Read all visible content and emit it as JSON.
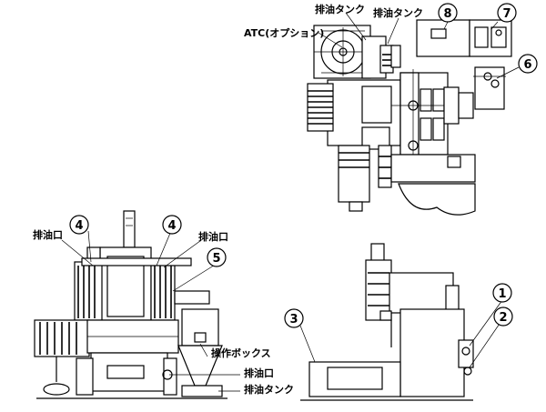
{
  "labels": {
    "atc": "ATC(オプション)",
    "top_drain_tank_1": "排油タンク",
    "top_drain_tank_2": "排油タンク",
    "left_outlet_1": "排油口",
    "left_outlet_2": "排油口",
    "operation_box": "操作ボックス",
    "front_outlet": "排油口",
    "front_drain_tank": "排油タンク"
  },
  "callouts": {
    "c1": "1",
    "c2": "2",
    "c3": "3",
    "c4a": "4",
    "c4b": "4",
    "c5": "5",
    "c6": "6",
    "c7": "7",
    "c8": "8"
  }
}
